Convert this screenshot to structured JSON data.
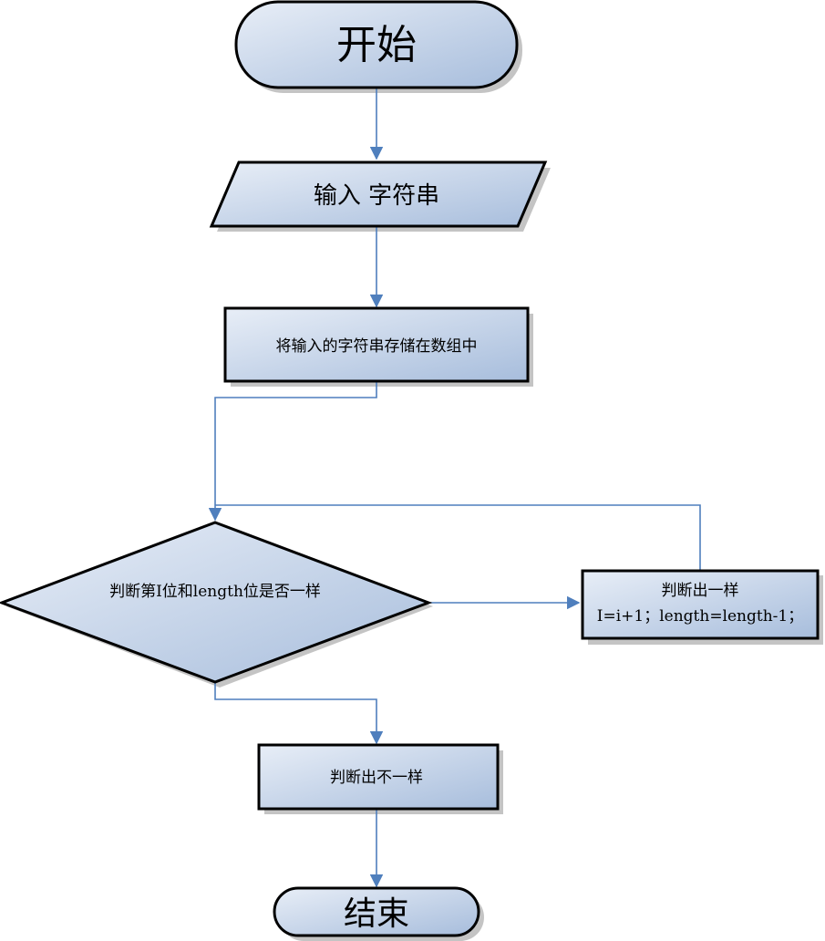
{
  "diagram": {
    "nodes": {
      "start": {
        "label": "开始"
      },
      "input": {
        "label": "输入 字符串"
      },
      "store": {
        "label": "将输入的字符串存储在数组中"
      },
      "decision": {
        "label": "判断第I位和length位是否一样"
      },
      "same": {
        "line1": "判断出一样",
        "line2": "I=i+1；length=length-1；"
      },
      "different": {
        "label": "判断出不一样"
      },
      "end": {
        "label": "结束"
      }
    },
    "edges": [
      {
        "from": "start",
        "to": "input"
      },
      {
        "from": "input",
        "to": "store"
      },
      {
        "from": "store",
        "to": "decision"
      },
      {
        "from": "decision",
        "to": "same"
      },
      {
        "from": "same",
        "to": "decision"
      },
      {
        "from": "decision",
        "to": "different"
      },
      {
        "from": "different",
        "to": "end"
      }
    ],
    "colors": {
      "fill_light": "#e6ecf6",
      "fill_dark": "#a9bfdf",
      "border": "#000000",
      "connector": "#4f7fbd",
      "shadow": "#bfbfbf"
    }
  }
}
